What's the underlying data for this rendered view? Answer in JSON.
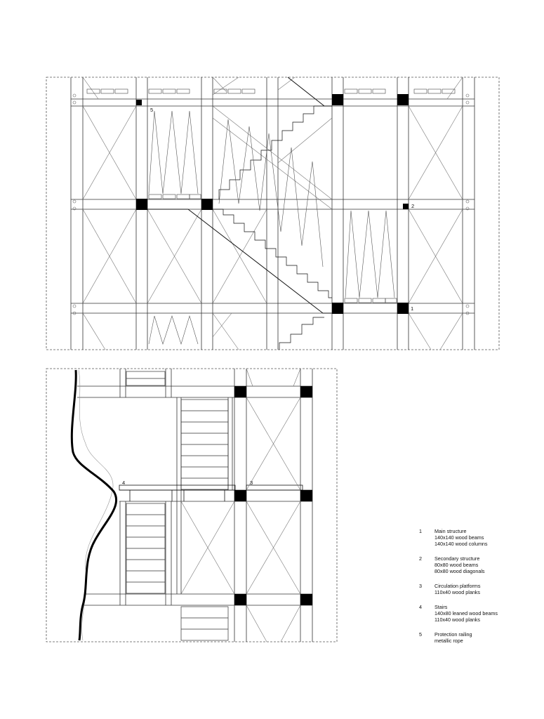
{
  "legend": [
    {
      "number": "1",
      "lines": [
        "Main structure",
        "140x140 wood beams",
        "140x140 wood columns"
      ]
    },
    {
      "number": "2",
      "lines": [
        "Secondary structure",
        "80x80 wood beams",
        "80x80 wood diagonals"
      ]
    },
    {
      "number": "3",
      "lines": [
        "Circulation platforms",
        "110x40 wood planks"
      ]
    },
    {
      "number": "4",
      "lines": [
        "Stairs",
        "140x80 leaned wood beams",
        "110x40 wood planks"
      ]
    },
    {
      "number": "5",
      "lines": [
        "Protection railing",
        "metallic rope"
      ]
    }
  ],
  "callouts": {
    "c1": "1",
    "c2": "2",
    "c3": "3",
    "c4": "4",
    "c5": "5"
  }
}
